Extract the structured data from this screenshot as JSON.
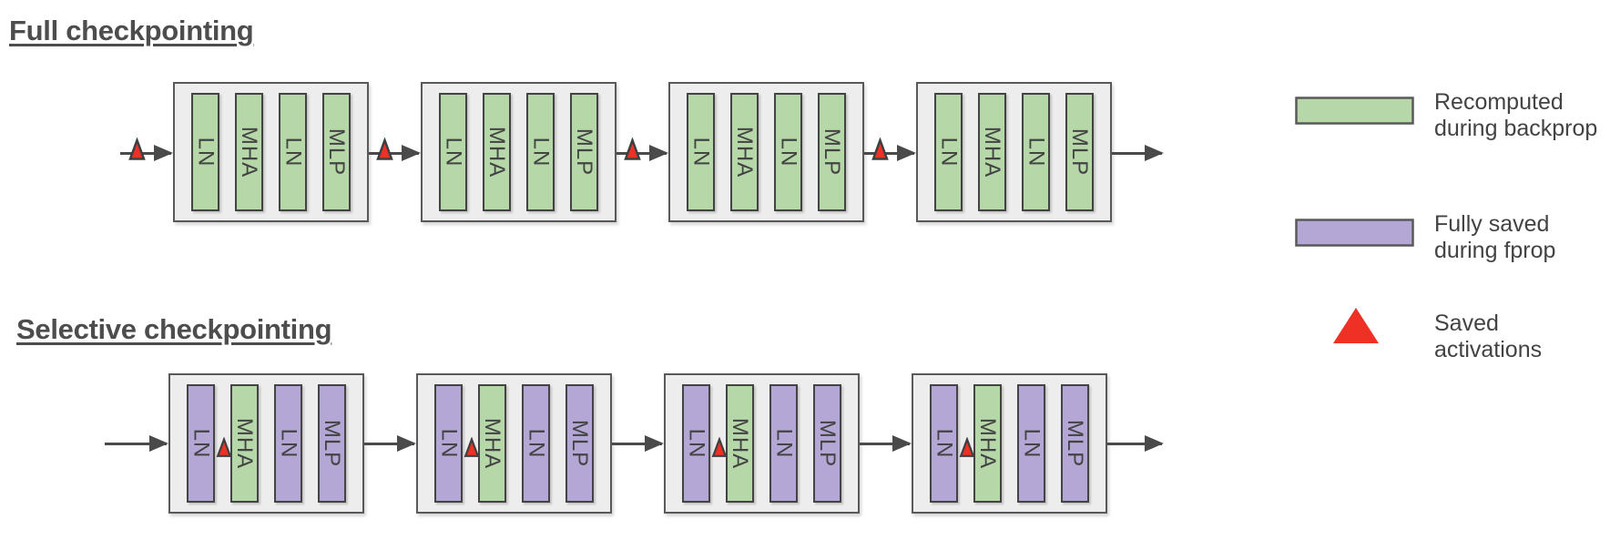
{
  "colors": {
    "recomputed": "#b6d7a8",
    "fully_saved": "#b4a7d6",
    "saved_activation": "#ee3124",
    "block_fill": "#ededed",
    "block_border": "#595959",
    "bar_border": "#434343",
    "arrow": "#4a4a4a",
    "title_text": "#4d4d4d",
    "legend_text": "#434343"
  },
  "sections": [
    {
      "title": "Full checkpointing",
      "blocks": [
        {
          "marker_at_input": true,
          "bars": [
            {
              "label": "LN",
              "type": "recomputed"
            },
            {
              "label": "MHA",
              "type": "recomputed"
            },
            {
              "label": "LN",
              "type": "recomputed"
            },
            {
              "label": "MLP",
              "type": "recomputed"
            }
          ]
        },
        {
          "marker_at_input": true,
          "bars": [
            {
              "label": "LN",
              "type": "recomputed"
            },
            {
              "label": "MHA",
              "type": "recomputed"
            },
            {
              "label": "LN",
              "type": "recomputed"
            },
            {
              "label": "MLP",
              "type": "recomputed"
            }
          ]
        },
        {
          "marker_at_input": true,
          "bars": [
            {
              "label": "LN",
              "type": "recomputed"
            },
            {
              "label": "MHA",
              "type": "recomputed"
            },
            {
              "label": "LN",
              "type": "recomputed"
            },
            {
              "label": "MLP",
              "type": "recomputed"
            }
          ]
        },
        {
          "marker_at_input": true,
          "bars": [
            {
              "label": "LN",
              "type": "recomputed"
            },
            {
              "label": "MHA",
              "type": "recomputed"
            },
            {
              "label": "LN",
              "type": "recomputed"
            },
            {
              "label": "MLP",
              "type": "recomputed"
            }
          ]
        }
      ]
    },
    {
      "title": "Selective checkpointing",
      "blocks": [
        {
          "marker_at_input": false,
          "bars": [
            {
              "label": "LN",
              "type": "fully_saved"
            },
            {
              "label": "MHA",
              "type": "recomputed",
              "marker_before": true
            },
            {
              "label": "LN",
              "type": "fully_saved"
            },
            {
              "label": "MLP",
              "type": "fully_saved"
            }
          ]
        },
        {
          "marker_at_input": false,
          "bars": [
            {
              "label": "LN",
              "type": "fully_saved"
            },
            {
              "label": "MHA",
              "type": "recomputed",
              "marker_before": true
            },
            {
              "label": "LN",
              "type": "fully_saved"
            },
            {
              "label": "MLP",
              "type": "fully_saved"
            }
          ]
        },
        {
          "marker_at_input": false,
          "bars": [
            {
              "label": "LN",
              "type": "fully_saved"
            },
            {
              "label": "MHA",
              "type": "recomputed",
              "marker_before": true
            },
            {
              "label": "LN",
              "type": "fully_saved"
            },
            {
              "label": "MLP",
              "type": "fully_saved"
            }
          ]
        },
        {
          "marker_at_input": false,
          "bars": [
            {
              "label": "LN",
              "type": "fully_saved"
            },
            {
              "label": "MHA",
              "type": "recomputed",
              "marker_before": true
            },
            {
              "label": "LN",
              "type": "fully_saved"
            },
            {
              "label": "MLP",
              "type": "fully_saved"
            }
          ]
        }
      ]
    }
  ],
  "legend": {
    "items": [
      {
        "swatch": "rect",
        "color": "#b6d7a8",
        "lines": [
          "Recomputed",
          "during backprop"
        ]
      },
      {
        "swatch": "rect",
        "color": "#b4a7d6",
        "lines": [
          "Fully saved",
          "during fprop"
        ]
      },
      {
        "swatch": "triangle",
        "color": "#ee3124",
        "lines": [
          "Saved",
          "activations"
        ]
      }
    ]
  }
}
